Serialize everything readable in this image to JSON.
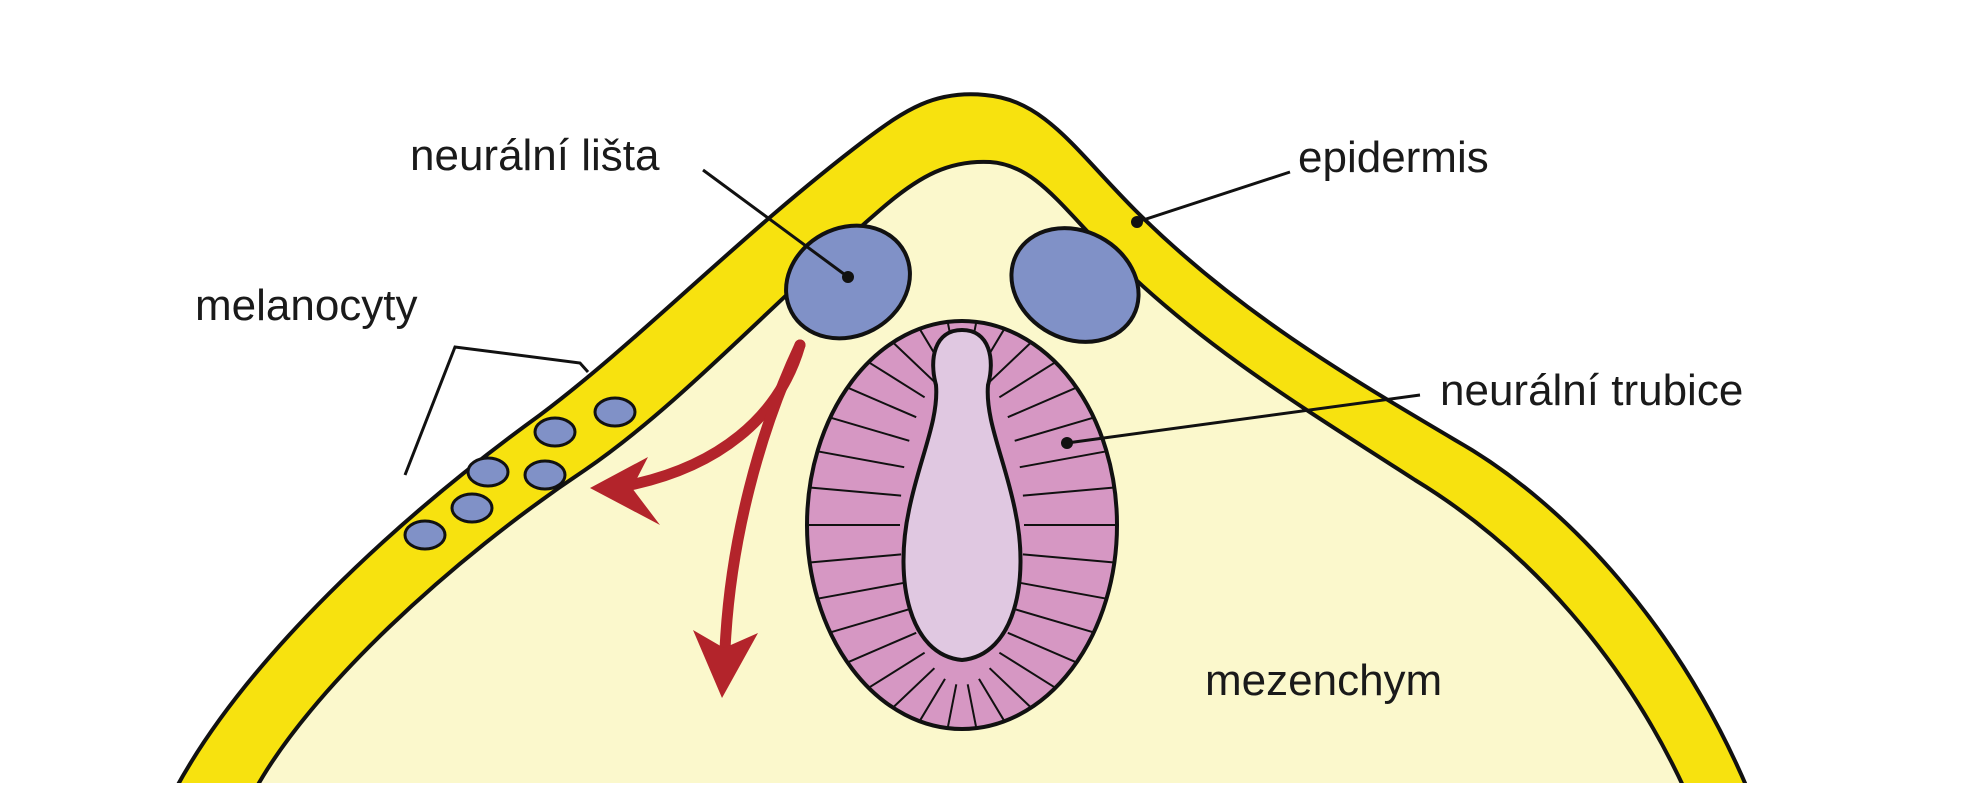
{
  "labels": {
    "neural_crest": "neurální lišta",
    "epidermis": "epidermis",
    "melanocytes": "melanocyty",
    "neural_tube": "neurální trubice",
    "mesenchyme": "mezenchym"
  },
  "colors": {
    "epidermis": "#f7e20f",
    "mesenchyme": "#fbf8cc",
    "neural_crest": "#8091c7",
    "neural_tube": "#d697c3",
    "neural_tube_lumen": "#e0c8e1",
    "migration_arrows": "#b3242b",
    "outline": "#111111"
  }
}
